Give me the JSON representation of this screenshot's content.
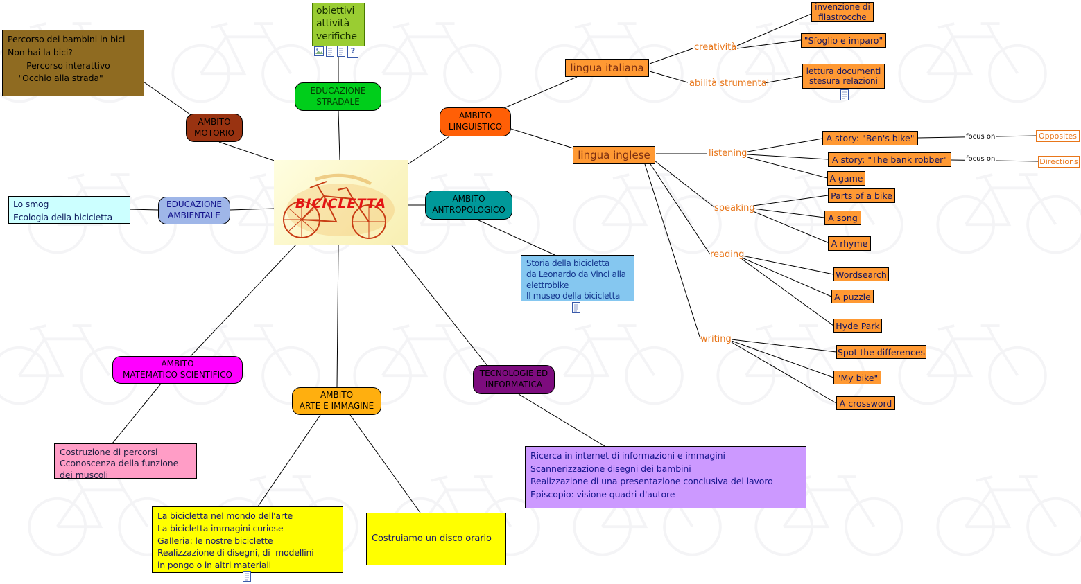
{
  "palette": {
    "canvas_bg": "#FFFFFF",
    "connector": "#000000",
    "orange_node": "#FF9933",
    "orange_branch_label": "#E8761A",
    "green_node": "#00CE1B",
    "brick_node": "#993311",
    "orange_red_node": "#FF5F06",
    "teal_node": "#00999A",
    "periwinkle_node": "#9FB6E8",
    "magenta_node": "#FF00FF",
    "gold_node": "#FFAF0F",
    "purple_node": "#7D0C7E",
    "brown_note": "#8F6B21",
    "cyan_note": "#CCFFFF",
    "skyblue_note": "#85C7F0",
    "pink_note": "#FF9DC6",
    "yellow_note": "#FFFF00",
    "violet_note": "#CC99FF",
    "center_title_color": "#E41414"
  },
  "center": {
    "title": "BICICLETTA"
  },
  "obiettivi": {
    "label": "obiettivi\nattività\nverifiche",
    "icons": [
      "image-icon",
      "document-icon",
      "document-icon",
      "help-icon"
    ],
    "help_glyph": "?"
  },
  "areas": {
    "stradale": "EDUCAZIONE\nSTRADALE",
    "motorio": "AMBITO\nMOTORIO",
    "linguistico": "AMBITO\nLINGUISTICO",
    "antropologico": "AMBITO\nANTROPOLOGICO",
    "ambientale": "EDUCAZIONE\nAMBIENTALE",
    "matematico": "AMBITO\nMATEMATICO SCIENTIFICO",
    "arte": "AMBITO\nARTE E IMMAGINE",
    "tecnologie": "TECNOLOGIE ED\nINFORMATICA"
  },
  "notes": {
    "percorso": "Percorso dei bambini in bici\nNon hai la bici?\n       Percorso interattivo\n    \"Occhio alla strada\"",
    "smog": "Lo smog\nEcologia della bicicletta",
    "storia": "Storia della bicicletta\nda Leonardo da Vinci alla\nelettrobike\nIl museo della bicicletta",
    "costruzione": "Costruzione di percorsi\nCconoscenza della funzione\ndei muscoli",
    "arte_attivita": "La bicicletta nel mondo dell'arte\nLa bicicletta immagini curiose\nGalleria: le nostre biciclette\nRealizzazione di disegni, di  modellini\nin pongo o in altri materiali",
    "disco": "Costruiamo un disco orario",
    "informatica": "Ricerca in internet di informazioni e immagini\nScannerizzazione disegni dei bambini\nRealizzazione di una presentazione conclusiva del lavoro\nEpiscopio: visione quadri d'autore"
  },
  "italiano": {
    "root": "lingua italiana",
    "creativita": "creatività",
    "filastrocche": "invenzione di\nfilastrocche",
    "sfoglio": "\"Sfoglio e imparo\"",
    "abilita": "abilità strumental",
    "lettura": "lettura documenti\nstesura relazioni"
  },
  "inglese": {
    "root": "lingua inglese",
    "listening": "listening",
    "bens_bike": "A story: \"Ben's bike\"",
    "focus_on_1": "focus on",
    "opposites": "Opposites",
    "bank_robber": "A story: \"The bank robber\"",
    "focus_on_2": "focus on",
    "directions": "Directions",
    "game": "A game",
    "speaking": "speaking",
    "parts": "Parts of a bike",
    "song": "A song",
    "rhyme": "A rhyme",
    "reading": "reading",
    "wordsearch": "Wordsearch",
    "puzzle": "A puzzle",
    "hyde_park": "Hyde Park",
    "writing": "writing",
    "spot": "Spot the differences",
    "my_bike": "\"My bike\"",
    "crossword": "A crossword"
  }
}
